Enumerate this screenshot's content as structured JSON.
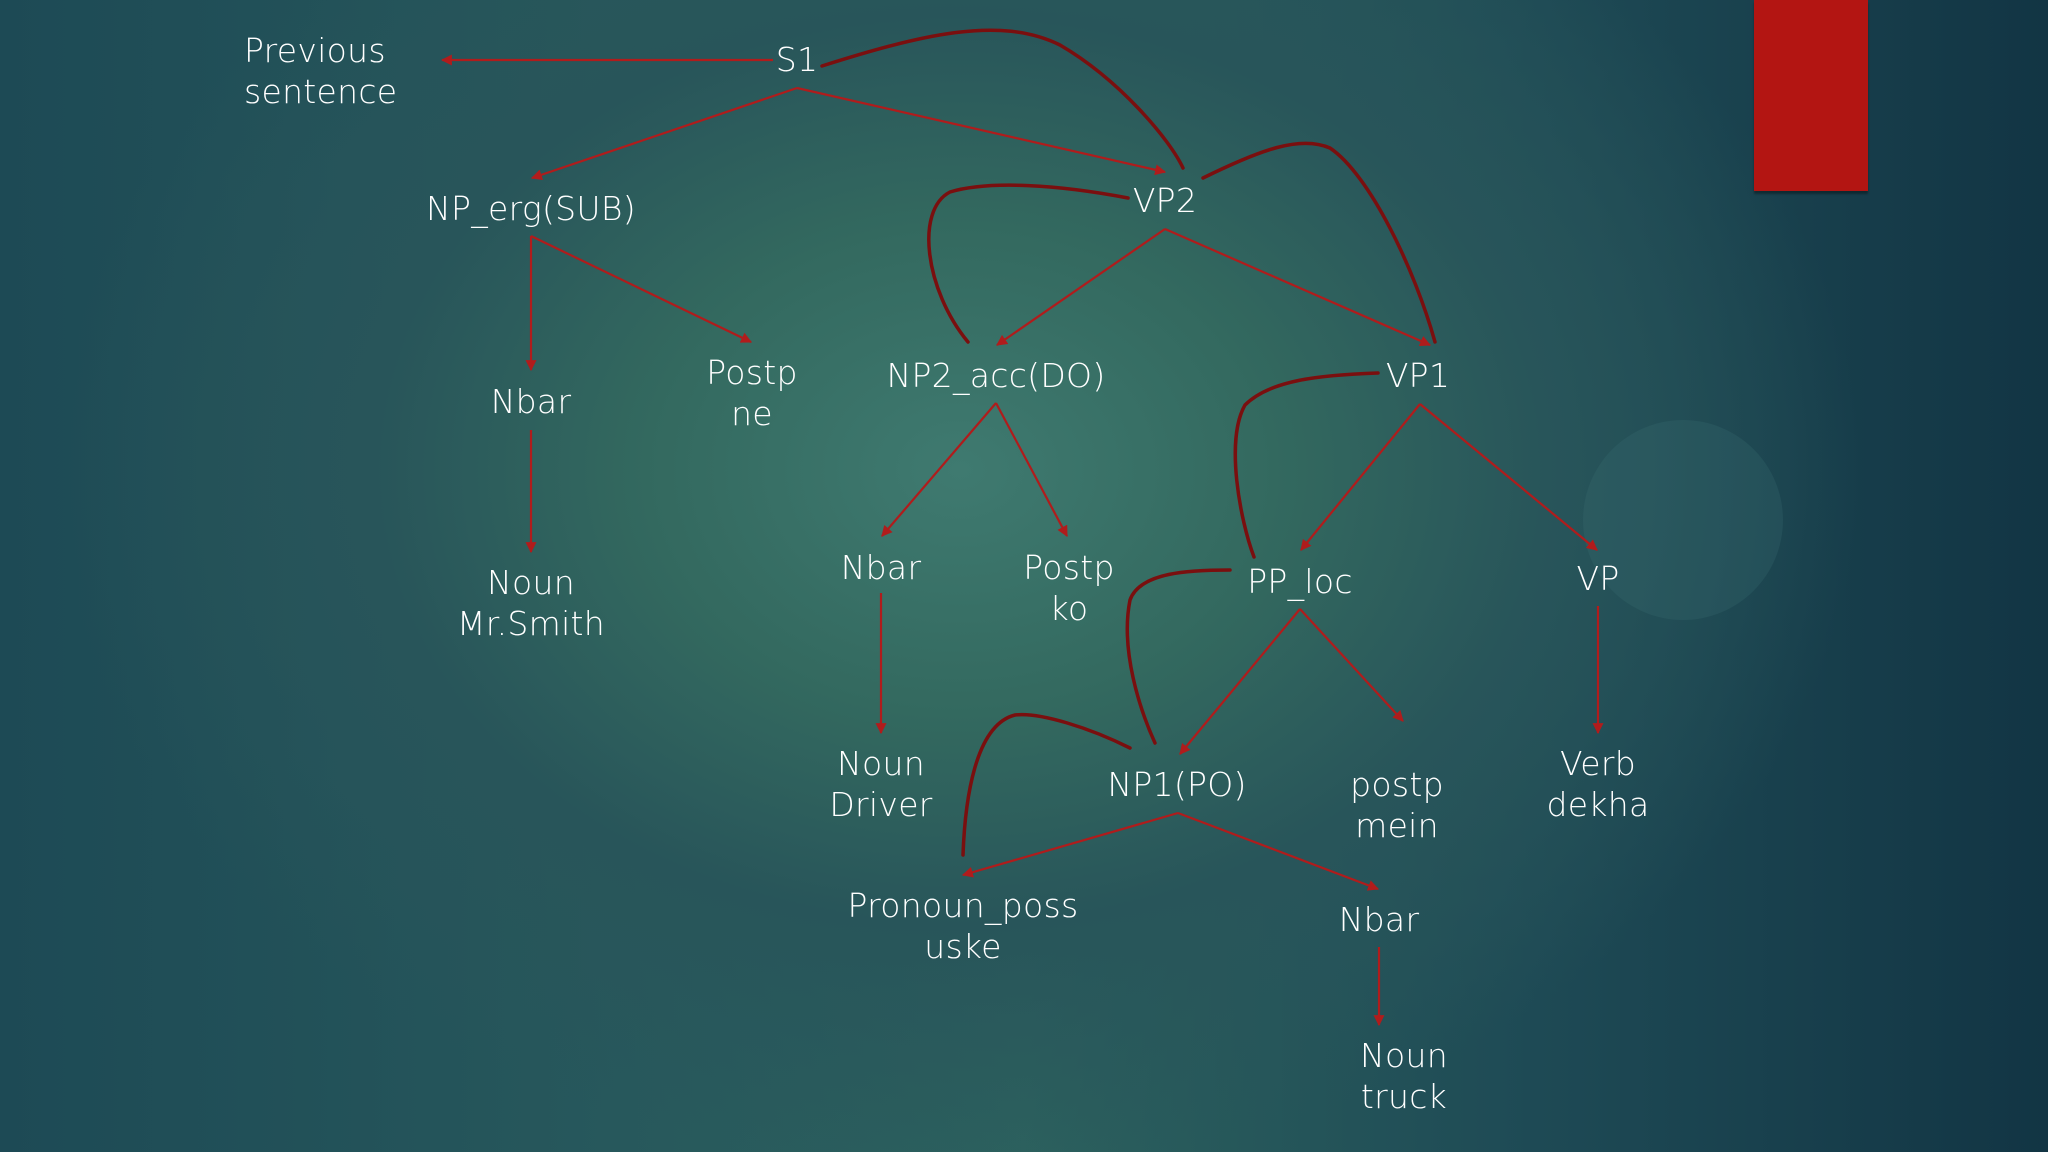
{
  "slide": {
    "accent_color": "#b31512",
    "edge_color": "#b01c1c",
    "curve_color": "#7a0f0f",
    "text_color": "#ffffff"
  },
  "nodes": {
    "prev": {
      "line1": "Previous",
      "line2": "sentence"
    },
    "s1": {
      "line1": "S1"
    },
    "np_erg": {
      "line1": "NP_erg(SUB)"
    },
    "vp2": {
      "line1": "VP2"
    },
    "nbar1": {
      "line1": "Nbar"
    },
    "postp_ne": {
      "line1": "Postp",
      "line2": "ne"
    },
    "np2_acc": {
      "line1": "NP2_acc(DO)"
    },
    "vp1": {
      "line1": "VP1"
    },
    "noun_smith": {
      "line1": "Noun",
      "line2": "Mr.Smith"
    },
    "nbar2": {
      "line1": "Nbar"
    },
    "postp_ko": {
      "line1": "Postp",
      "line2": "ko"
    },
    "pp_loc": {
      "line1": "PP_loc"
    },
    "vp": {
      "line1": "VP"
    },
    "noun_driver": {
      "line1": "Noun",
      "line2": "Driver"
    },
    "np1_po": {
      "line1": "NP1(PO)"
    },
    "postp_mein": {
      "line1": "postp",
      "line2": "mein"
    },
    "verb_dekha": {
      "line1": "Verb",
      "line2": "dekha"
    },
    "pronoun_poss": {
      "line1": "Pronoun_poss",
      "line2": "uske"
    },
    "nbar3": {
      "line1": "Nbar"
    },
    "noun_truck": {
      "line1": "Noun",
      "line2": "truck"
    }
  },
  "edges": [
    [
      "s1",
      "prev"
    ],
    [
      "s1",
      "np_erg"
    ],
    [
      "s1",
      "vp2"
    ],
    [
      "np_erg",
      "nbar1"
    ],
    [
      "np_erg",
      "postp_ne"
    ],
    [
      "nbar1",
      "noun_smith"
    ],
    [
      "vp2",
      "np2_acc"
    ],
    [
      "vp2",
      "vp1"
    ],
    [
      "np2_acc",
      "nbar2"
    ],
    [
      "np2_acc",
      "postp_ko"
    ],
    [
      "nbar2",
      "noun_driver"
    ],
    [
      "vp1",
      "pp_loc"
    ],
    [
      "vp1",
      "vp"
    ],
    [
      "vp",
      "verb_dekha"
    ],
    [
      "pp_loc",
      "np1_po"
    ],
    [
      "pp_loc",
      "postp_mein"
    ],
    [
      "np1_po",
      "pronoun_poss"
    ],
    [
      "np1_po",
      "nbar3"
    ],
    [
      "nbar3",
      "noun_truck"
    ]
  ],
  "dependency_curves": [
    [
      "s1",
      "vp2"
    ],
    [
      "vp2",
      "np2_acc"
    ],
    [
      "vp2",
      "vp1"
    ],
    [
      "vp1",
      "pp_loc"
    ],
    [
      "pp_loc",
      "np1_po"
    ],
    [
      "np1_po",
      "pronoun_poss"
    ]
  ]
}
